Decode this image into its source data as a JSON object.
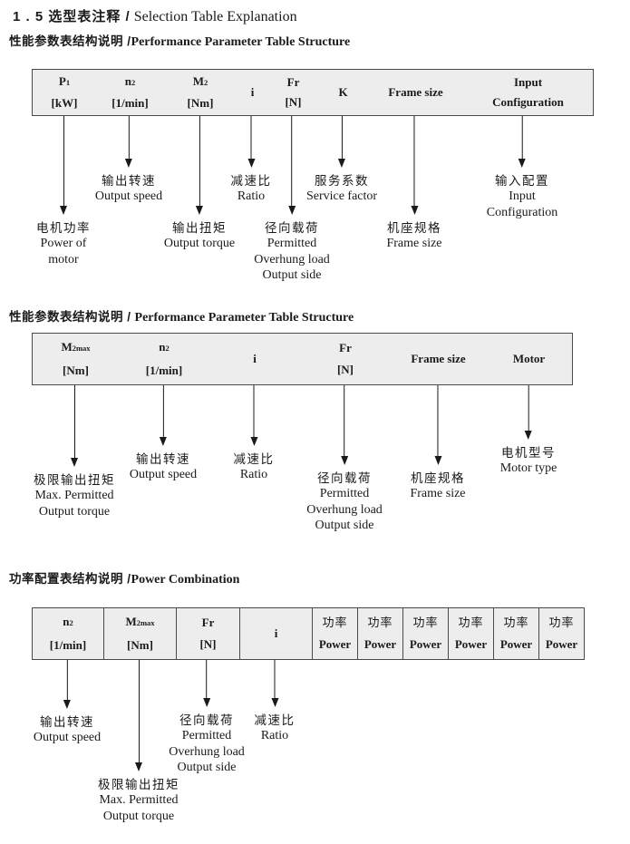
{
  "title": {
    "zh": "1 . 5 选型表注释 /",
    "en": "Selection Table Explanation"
  },
  "sections": [
    {
      "heading": {
        "zh": "性能参数表结构说明 /",
        "en": "Performance Parameter Table Structure"
      },
      "table": {
        "columns": [
          {
            "line1": "P",
            "sub": "1",
            "line2": "[kW]"
          },
          {
            "line1": "n",
            "sub": "2",
            "line2": "[1/min]"
          },
          {
            "line1": "M",
            "sub": "2",
            "line2": "[Nm]"
          },
          {
            "line1": "i"
          },
          {
            "line1": "Fr",
            "line2": "[N]"
          },
          {
            "line1": "K"
          },
          {
            "line1": "Frame size"
          },
          {
            "line1": "Input",
            "line2": "Configuration"
          }
        ]
      },
      "callouts": [
        {
          "lines": [
            "电机功率",
            "Power of",
            "motor"
          ]
        },
        {
          "lines": [
            "输出转速",
            "Output speed"
          ]
        },
        {
          "lines": [
            "输出扭矩",
            "Output torque"
          ]
        },
        {
          "lines": [
            "减速比",
            "Ratio"
          ]
        },
        {
          "lines": [
            "径向载荷",
            "Permitted",
            "Overhung load",
            "Output side"
          ]
        },
        {
          "lines": [
            "服务系数",
            "Service factor"
          ]
        },
        {
          "lines": [
            "机座规格",
            "Frame size"
          ]
        },
        {
          "lines": [
            "输入配置",
            "Input",
            "Configuration"
          ]
        }
      ]
    },
    {
      "heading": {
        "zh": "性能参数表结构说明 /",
        "en": "Performance Parameter Table Structure"
      },
      "table": {
        "columns": [
          {
            "line1": "M",
            "sub": "2max",
            "line2": "[Nm]"
          },
          {
            "line1": "n",
            "sub": "2",
            "line2": "[1/min]"
          },
          {
            "line1": "i"
          },
          {
            "line1": "Fr",
            "line2": "[N]"
          },
          {
            "line1": "Frame size"
          },
          {
            "line1": "Motor"
          }
        ]
      },
      "callouts": [
        {
          "lines": [
            "极限输出扭矩",
            "Max. Permitted",
            "Output torque"
          ]
        },
        {
          "lines": [
            "输出转速",
            "Output speed"
          ]
        },
        {
          "lines": [
            "减速比",
            "Ratio"
          ]
        },
        {
          "lines": [
            "径向载荷",
            "Permitted",
            "Overhung load",
            "Output side"
          ]
        },
        {
          "lines": [
            "机座规格",
            "Frame size"
          ]
        },
        {
          "lines": [
            "电机型号",
            "Motor type"
          ]
        }
      ]
    },
    {
      "heading": {
        "zh": "功率配置表结构说明 /",
        "en": "Power Combination"
      },
      "table": {
        "columns": [
          {
            "line1": "n",
            "sub": "2",
            "line2": "[1/min]"
          },
          {
            "line1": "M",
            "sub": "2max",
            "line2": "[Nm]"
          },
          {
            "line1": "Fr",
            "line2": "[N]"
          },
          {
            "line1": "i"
          },
          {
            "line1": "功率",
            "line2": "Power"
          },
          {
            "line1": "功率",
            "line2": "Power"
          },
          {
            "line1": "功率",
            "line2": "Power"
          },
          {
            "line1": "功率",
            "line2": "Power"
          },
          {
            "line1": "功率",
            "line2": "Power"
          },
          {
            "line1": "功率",
            "line2": "Power"
          }
        ]
      },
      "callouts": [
        {
          "lines": [
            "输出转速",
            "Output speed"
          ]
        },
        {
          "lines": [
            "极限输出扭矩",
            "Max. Permitted",
            "Output torque"
          ]
        },
        {
          "lines": [
            "径向载荷",
            "Permitted",
            "Overhung load",
            "Output side"
          ]
        },
        {
          "lines": [
            "减速比",
            "Ratio"
          ]
        }
      ]
    }
  ]
}
